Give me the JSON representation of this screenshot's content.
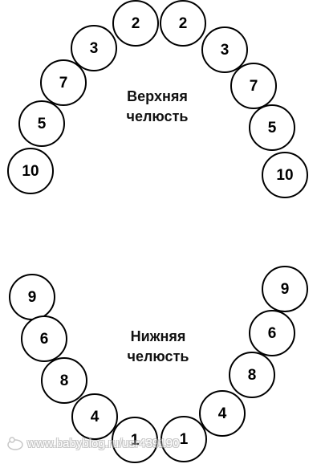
{
  "upper_jaw": {
    "label_line1": "Верхняя",
    "label_line2": "челюсть",
    "teeth": [
      "2",
      "2",
      "3",
      "3",
      "7",
      "7",
      "5",
      "5",
      "10",
      "10"
    ]
  },
  "lower_jaw": {
    "label_line1": "Нижняя",
    "label_line2": "челюсть",
    "teeth": [
      "9",
      "9",
      "6",
      "6",
      "8",
      "8",
      "4",
      "4",
      "1",
      "1"
    ]
  },
  "watermark": {
    "text": "www.babyblog.ru/usr439190"
  }
}
